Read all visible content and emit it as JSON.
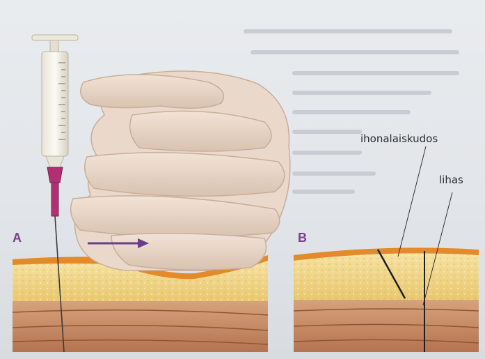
{
  "figure": {
    "panel_a_letter": "A",
    "panel_b_letter": "B",
    "label_subcutaneous": "ihonalaiskudos",
    "label_muscle": "lihas",
    "colors": {
      "skin_top": "#e38a2a",
      "fat_layer": "#f2d78e",
      "muscle_layer": "#c98f66",
      "accent_arrow": "#6a3d8c",
      "needle_hub": "#b12f73"
    },
    "icons": [
      "syringe-icon",
      "hand-pinch-icon",
      "arrow-right-icon"
    ]
  }
}
